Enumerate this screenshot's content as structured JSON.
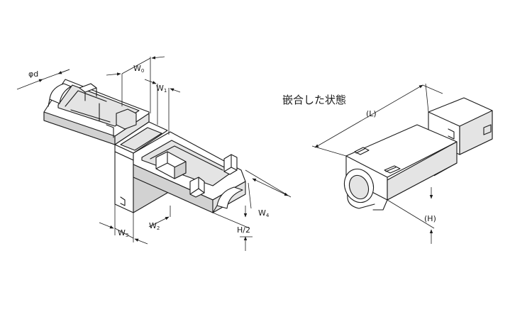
{
  "labels": {
    "phi_d": "φd",
    "w0": "W",
    "w0_sub": "0",
    "w1": "W",
    "w1_sub": "1",
    "w2": "W",
    "w2_sub": "2",
    "w3": "W",
    "w3_sub": "3",
    "w4": "W",
    "w4_sub": "4",
    "h_half": "H/2",
    "mated_title": "嵌合した状態",
    "length": "(L)",
    "height": "(H)"
  }
}
